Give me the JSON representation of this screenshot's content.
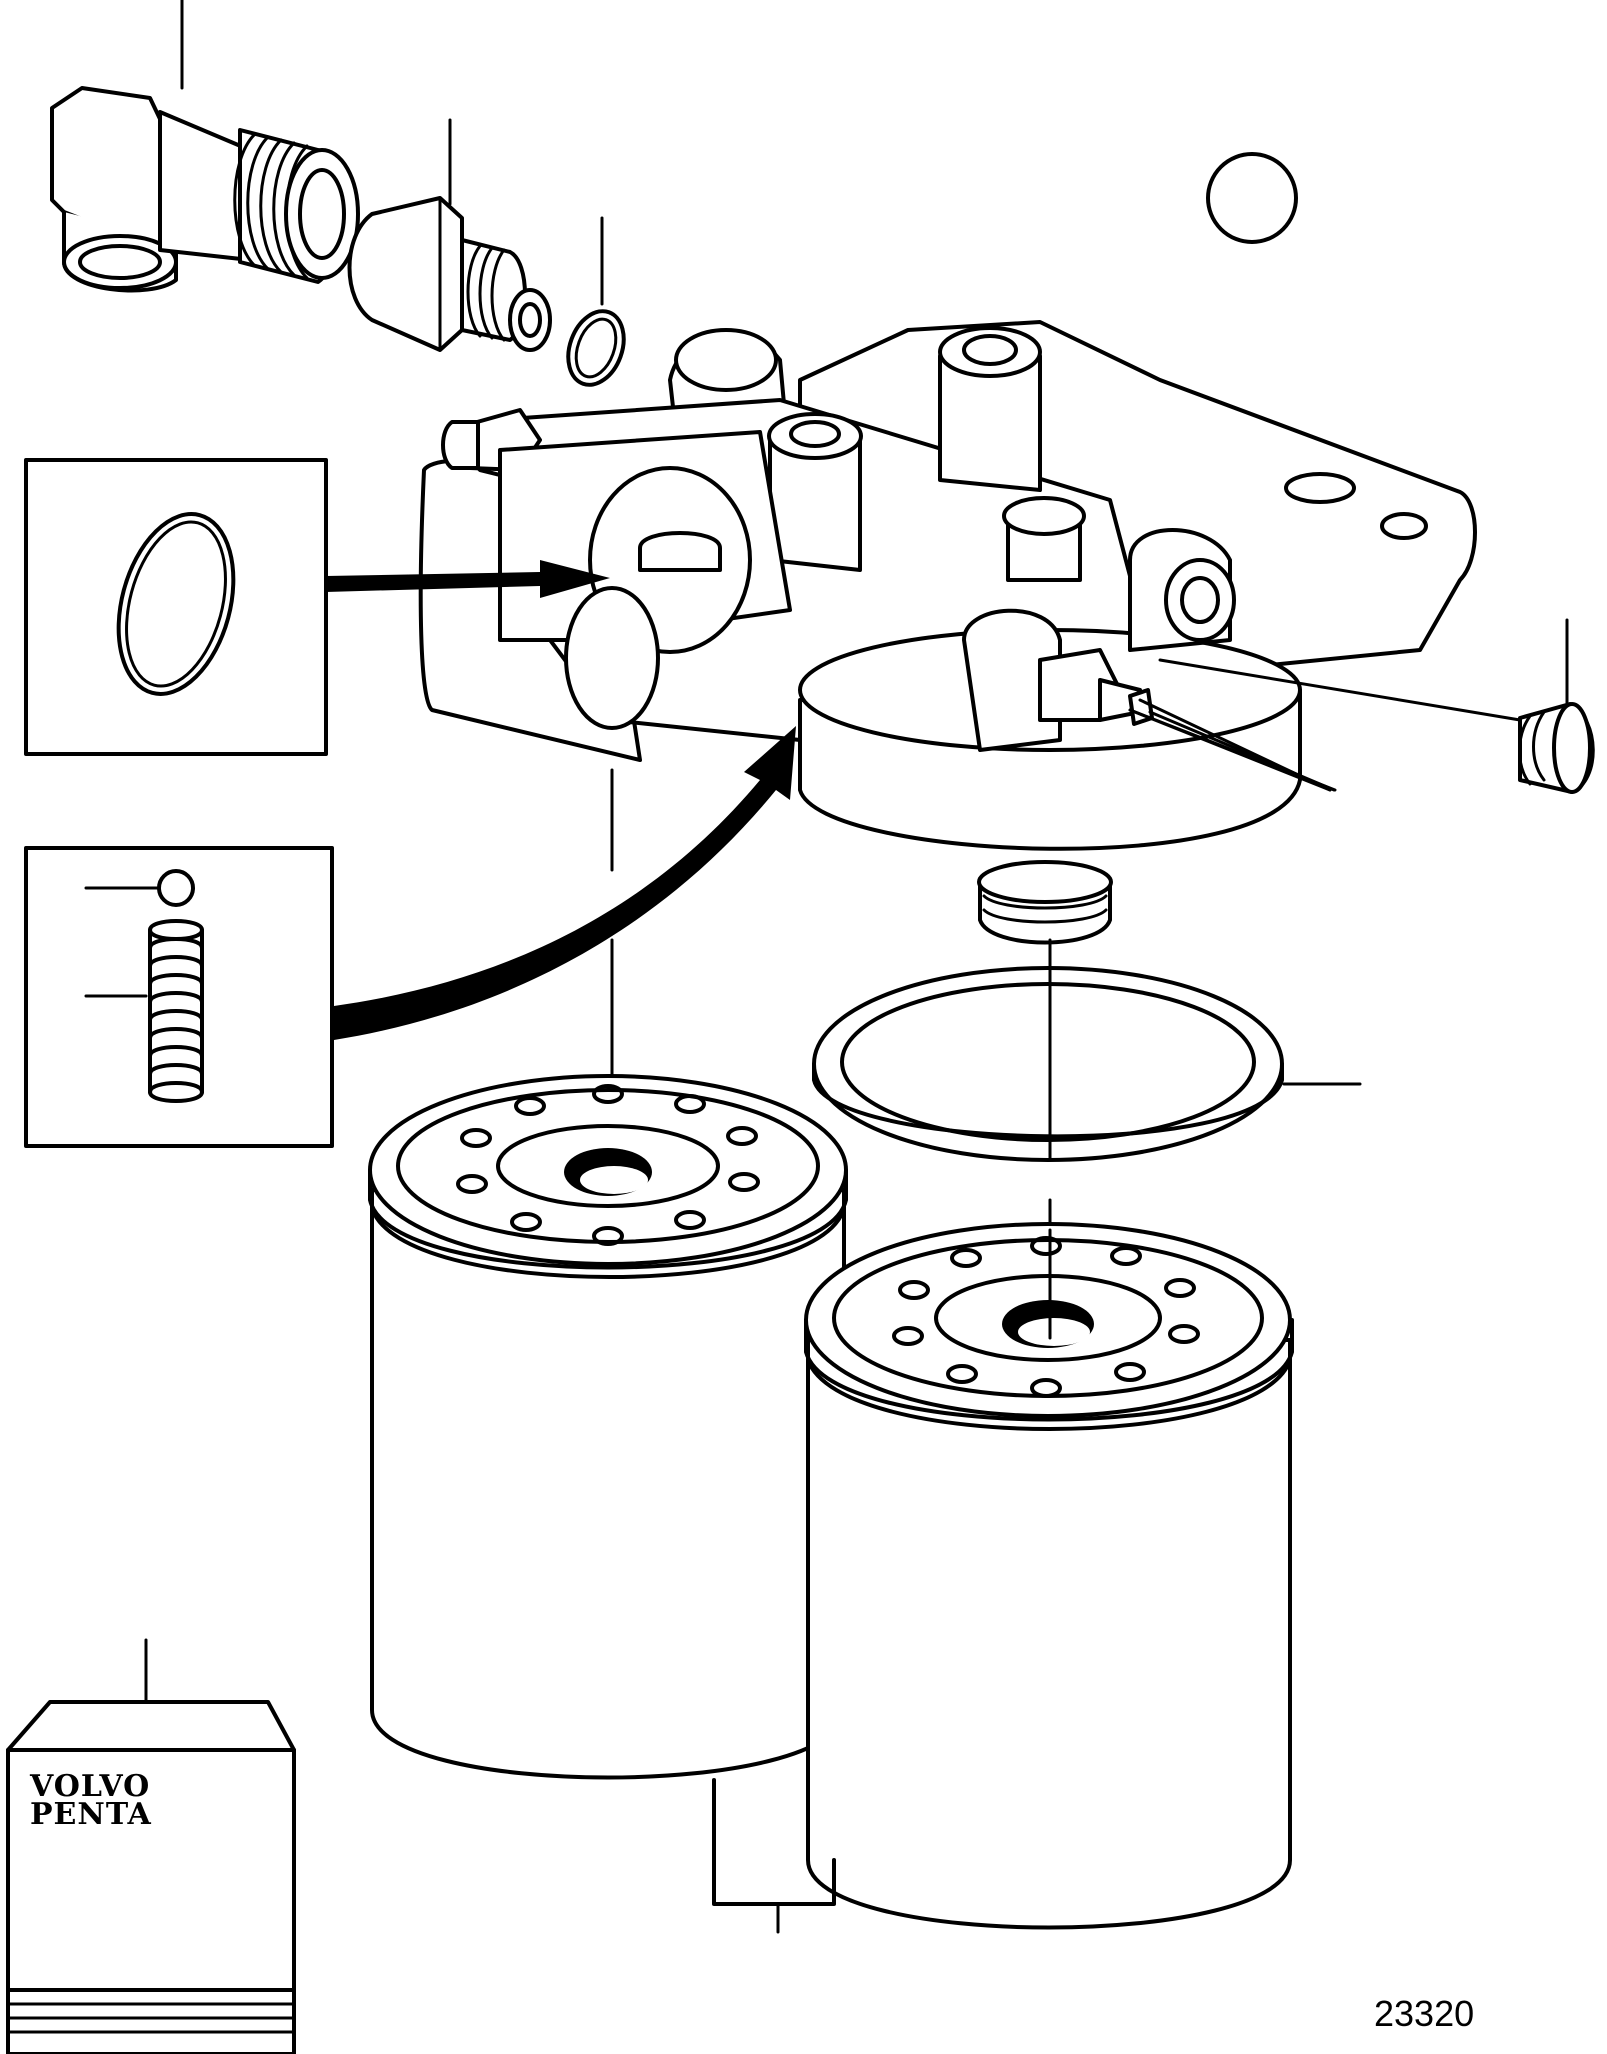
{
  "figure": {
    "number": "23320"
  },
  "package_label": {
    "line1": "VOLVO",
    "line2": "PENTA"
  }
}
